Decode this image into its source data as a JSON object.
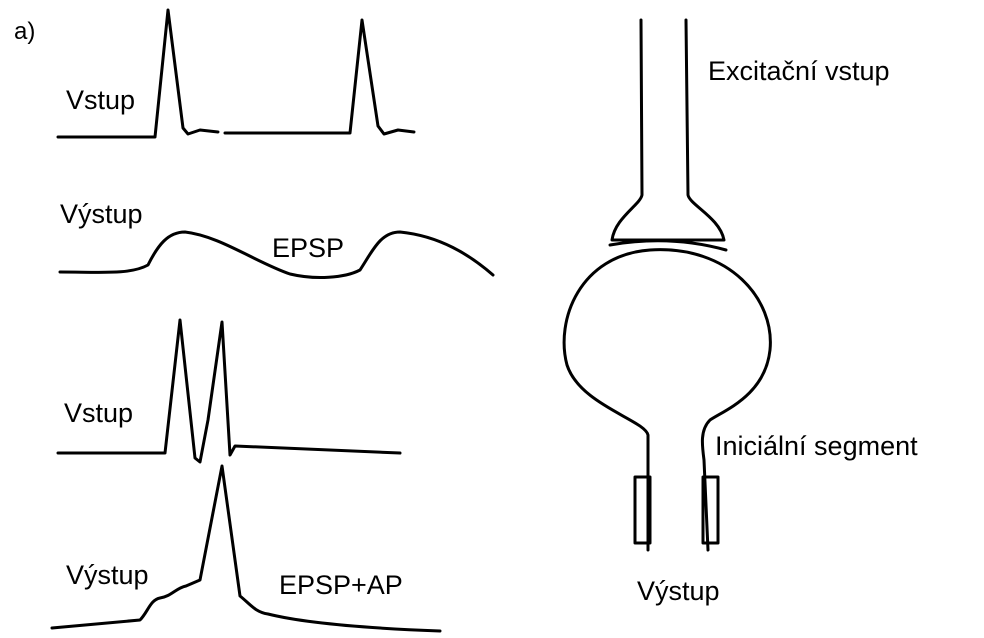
{
  "panel_label": "a)",
  "traces": {
    "input_1": {
      "label": "Vstup"
    },
    "output_1": {
      "label": "Výstup",
      "annotation": "EPSP"
    },
    "input_2": {
      "label": "Vstup"
    },
    "output_2": {
      "label": "Výstup",
      "annotation": "EPSP+AP"
    }
  },
  "neuron": {
    "input_label": "Excitační vstup",
    "segment_label": "Iniciální segment",
    "output_label": "Výstup"
  }
}
